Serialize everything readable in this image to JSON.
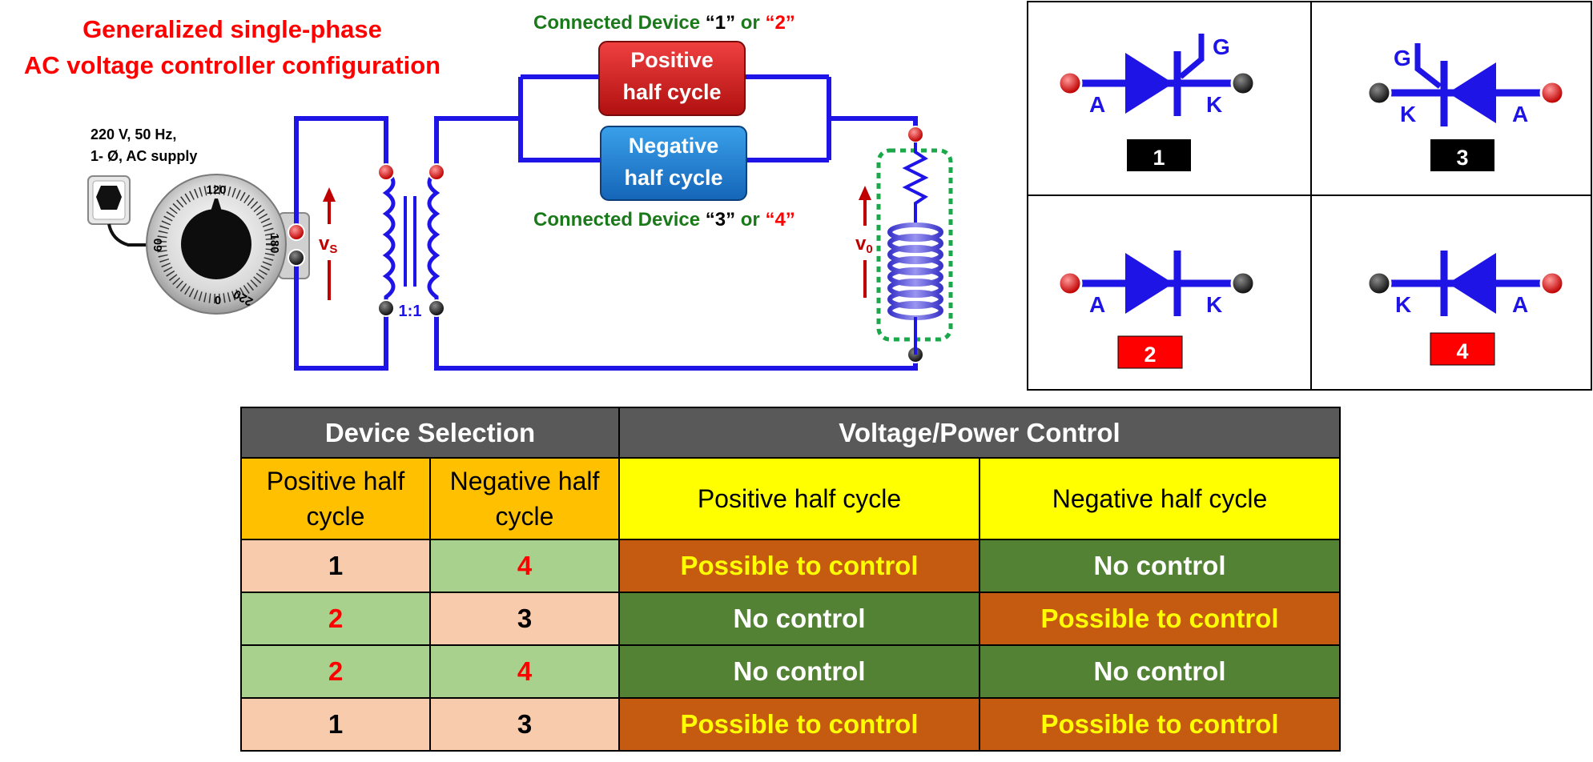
{
  "title": {
    "line1": "Generalized single-phase",
    "line2": "AC voltage controller configuration"
  },
  "supply": {
    "line1": "220 V, 50 Hz,",
    "line2": "1- Ø, AC supply"
  },
  "dial": {
    "top": "120",
    "left": "60",
    "right": "180",
    "bottom": "0",
    "bottom_right": "220"
  },
  "circuit": {
    "vs_label": "v",
    "vs_sub": "S",
    "v0_label": "v",
    "v0_sub": "0",
    "ratio": "1:1",
    "connected_top": {
      "prefix": "Connected Device ",
      "a": "“1”",
      "or": " or ",
      "b": "“2”"
    },
    "connected_bottom": {
      "prefix": "Connected Device ",
      "a": "“3”",
      "or": " or ",
      "b": "“4”"
    },
    "positive_box": {
      "line1": "Positive",
      "line2": "half cycle"
    },
    "negative_box": {
      "line1": "Negative",
      "line2": "half cycle"
    }
  },
  "devices": [
    {
      "id": "1",
      "anode": "A",
      "cathode": "K",
      "gate": "G",
      "badge_color": "#000000"
    },
    {
      "id": "3",
      "anode": "A",
      "cathode": "K",
      "gate": "G",
      "badge_color": "#000000"
    },
    {
      "id": "2",
      "anode": "A",
      "cathode": "K",
      "badge_color": "#ff0000"
    },
    {
      "id": "4",
      "anode": "A",
      "cathode": "K",
      "badge_color": "#ff0000"
    }
  ],
  "table": {
    "header_left": "Device Selection",
    "header_right": "Voltage/Power Control",
    "sub_pos_sel": {
      "line1": "Positive half",
      "line2": "cycle"
    },
    "sub_neg_sel": {
      "line1": "Negative half",
      "line2": "cycle"
    },
    "sub_pos_ctl": "Positive half cycle",
    "sub_neg_ctl": "Negative half cycle",
    "rows": [
      {
        "pos": "1",
        "neg": "4",
        "pos_ctl": "Possible to control",
        "neg_ctl": "No control"
      },
      {
        "pos": "2",
        "neg": "3",
        "pos_ctl": "No control",
        "neg_ctl": "Possible to control"
      },
      {
        "pos": "2",
        "neg": "4",
        "pos_ctl": "No control",
        "neg_ctl": "No control"
      },
      {
        "pos": "1",
        "neg": "3",
        "pos_ctl": "Possible to control",
        "neg_ctl": "Possible to control"
      }
    ]
  },
  "colors": {
    "wire": "#1f14e6",
    "title_red": "#ff0000",
    "connected_green": "#1a7a1a",
    "positive_box": "#d42020",
    "negative_box": "#1f82d2",
    "arrow_red": "#c00000"
  }
}
